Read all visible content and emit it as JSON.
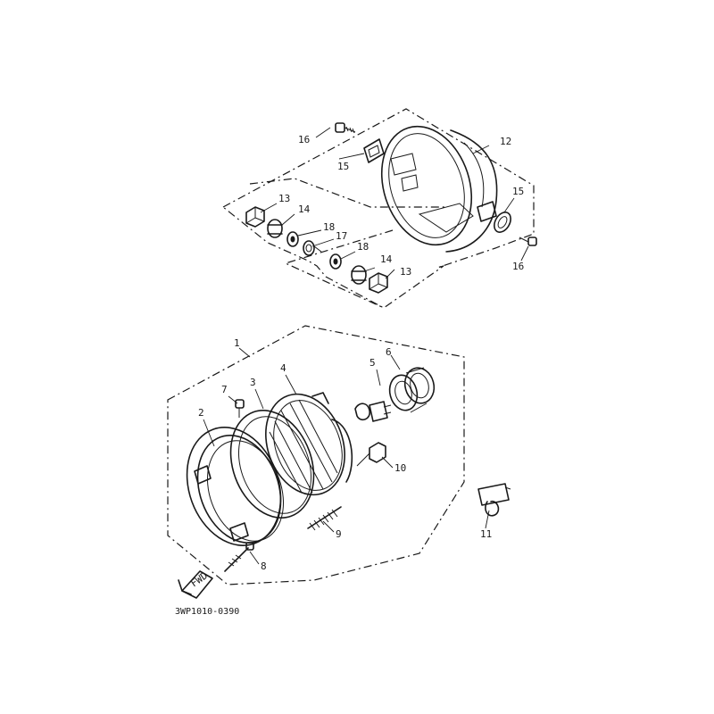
{
  "diagram": {
    "drawing_code": "3WP1010-0390",
    "direction_marker": "FWD",
    "callouts": {
      "p1": "1",
      "p2": "2",
      "p3": "3",
      "p4": "4",
      "p5": "5",
      "p6": "6",
      "p7": "7",
      "p8": "8",
      "p9": "9",
      "p10": "10",
      "p11": "11",
      "p12": "12",
      "p13a": "13",
      "p13b": "13",
      "p14a": "14",
      "p14b": "14",
      "p15a": "15",
      "p15b": "15",
      "p16a": "16",
      "p16b": "16",
      "p17": "17",
      "p18a": "18",
      "p18b": "18"
    }
  }
}
